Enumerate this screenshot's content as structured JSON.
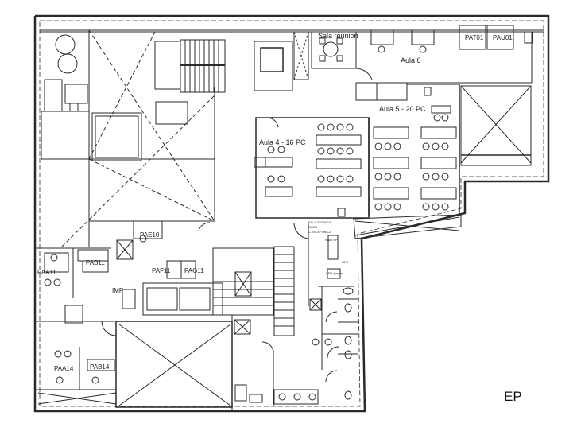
{
  "drawing": {
    "title_code": "EP",
    "type": "architectural floor plan",
    "line_color": "#2a2a2a",
    "background": "#ffffff"
  },
  "rooms": {
    "sala_reunion": "Sala reunion",
    "aula6": "Aula 6",
    "aula5": "Aula 5 - 20 PC",
    "aula4": "Aula 4 - 16 PC",
    "server_room_line1": "SALA TECNICA",
    "server_room_line2": "RACK",
    "server_room_line3": "C.TELEFONICA",
    "server_rack": "Rack SP",
    "ups": "UPS",
    "ssr": "SSR (hasta)",
    "imp": "IMP"
  },
  "workstations": {
    "pat01": "PAT01",
    "pau01": "PAU01",
    "pae10": "PAE10",
    "pab11": "PAB11",
    "paa11": "PAA11",
    "paf11": "PAF11",
    "pag11": "PAG11",
    "paa14": "PAA14",
    "pab14": "PAB14"
  }
}
